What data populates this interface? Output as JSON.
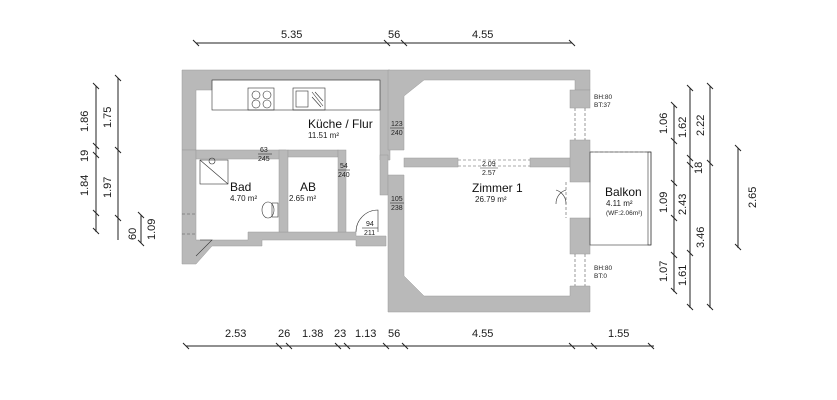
{
  "rooms": {
    "kitchen": {
      "name": "Küche / Flur",
      "area": "11.51 m²"
    },
    "bath": {
      "name": "Bad",
      "area": "4.70 m²"
    },
    "ab": {
      "name": "AB",
      "area": "2.65 m²"
    },
    "room1": {
      "name": "Zimmer 1",
      "area": "26.79 m²"
    },
    "balcony": {
      "name": "Balkon",
      "area": "4.11 m²",
      "wf": "(WF:2.06m²)"
    }
  },
  "openings": {
    "k1_top": "123",
    "k1_bot": "240",
    "bath_top": "63",
    "bath_bot": "245",
    "ab_top": "54",
    "ab_bot": "240",
    "z1_top": "2.09",
    "z1_bot": "2.57",
    "door_top": "105",
    "door_bot": "238",
    "entry_top": "94",
    "entry_bot": "211",
    "win_top_bh": "BH:80",
    "win_top_bt": "BT:37",
    "win_bot_bh": "BH:80",
    "win_bot_bt": "BT:0"
  },
  "dims_top": [
    "5.35",
    "56",
    "4.55"
  ],
  "dims_bottom": [
    "2.53",
    "26",
    "1.38",
    "23",
    "1.13",
    "56",
    "4.55",
    "1.55"
  ],
  "dims_left_outer": [
    "1.86",
    "19",
    "1.84",
    "60"
  ],
  "dims_left_inner": [
    "1.75",
    "1.97",
    "1.09"
  ],
  "dims_right_a": [
    "1.06",
    "1.09",
    "1.07"
  ],
  "dims_right_b": [
    "1.62",
    "18",
    "2.43",
    "1.61"
  ],
  "dims_right_c": [
    "2.22",
    "3.46"
  ],
  "dims_right_d": [
    "2.65"
  ]
}
